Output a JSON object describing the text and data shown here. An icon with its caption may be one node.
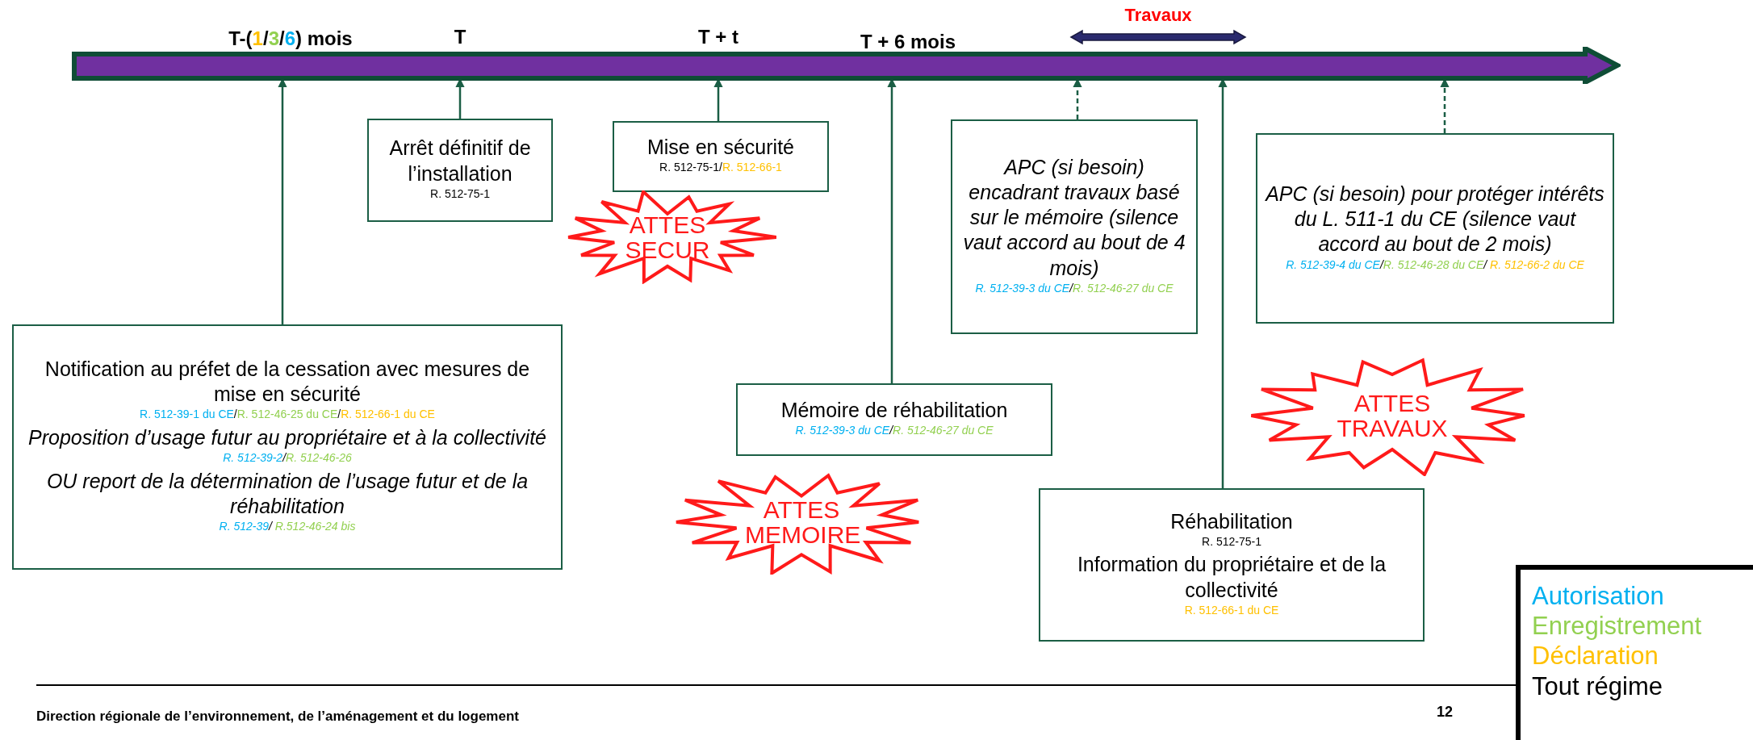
{
  "diagram": {
    "nodes": [
      {
        "text": [],
        "shape": "arrow",
        "beside": [
          "T-(1/3/6) mois",
          "T",
          "T + t",
          "T + 6 mois"
        ]
      },
      {
        "text": [
          "Arrêt définitif de l’installation",
          "R. 512-75-1"
        ]
      },
      {
        "text": [
          "Mise en sécurité",
          "R. 512-75-1/R. 512-66-1"
        ]
      },
      {
        "text": [
          "APC (si besoin) encadrant travaux basé sur le mémoire (silence vaut accord au bout de 4 mois)",
          "R. 512-39-3 du CE/R. 512-46-27 du CE"
        ]
      },
      {
        "text": [
          "APC (si besoin) pour protéger intérêts du L. 511-1 du CE (silence vaut accord au bout de 2 mois)",
          "R. 512-39-4 du CE/R. 512-46-28 du CE/ R. 512-66-2 du CE"
        ]
      },
      {
        "text": [
          "ATTES SECUR"
        ]
      },
      {
        "text": [
          "Notification au préfet de la cessation avec mesures de mise en sécurité",
          "R. 512-39-1 du CE/R. 512-46-25 du CE/R. 512-66-1 du CE",
          "Proposition d’usage futur au propriétaire et à la collectivité",
          "R. 512-39-2/R. 512-46-26",
          "OU report de la détermination de l’usage futur et de la réhabilitation",
          "R. 512-39/ R.512-46-24 bis"
        ]
      },
      {
        "text": [
          "Mémoire de réhabilitation",
          "R. 512-39-3 du CE/R. 512-46-27 du CE"
        ]
      },
      {
        "text": [
          "ATTES TRAVAUX"
        ]
      },
      {
        "text": [
          "ATTES MEMOIRE"
        ]
      },
      {
        "text": [
          "Réhabilitation",
          "R. 512-75-1",
          "Information du propriétaire et de la collectivité",
          "R. 512-66-1 du CE"
        ]
      },
      {
        "text": [
          "Travaux"
        ]
      }
    ],
    "edges": [
      {
        "from": 6,
        "to": 0,
        "arrow": "to"
      },
      {
        "from": 1,
        "to": 0,
        "arrow": "to"
      },
      {
        "from": 2,
        "to": 0,
        "arrow": "to"
      },
      {
        "from": 7,
        "to": 0,
        "arrow": "to"
      },
      {
        "from": 3,
        "to": 0,
        "arrow": "to",
        "style": "dashed"
      },
      {
        "from": 10,
        "to": 0,
        "arrow": "to"
      },
      {
        "from": 4,
        "to": 0,
        "arrow": "to",
        "style": "dashed"
      }
    ],
    "labels": [
      "Direction régionale de l’environnement, de l’aménagement et du logement",
      "12"
    ],
    "legend": [
      {
        "text": "Autorisation",
        "color": "#00b0f0"
      },
      {
        "text": "Enregistrement",
        "color": "#92d050"
      },
      {
        "text": "Déclaration",
        "color": "#ffc000"
      },
      {
        "text": "Tout régime",
        "color": "#000000"
      }
    ]
  }
}
